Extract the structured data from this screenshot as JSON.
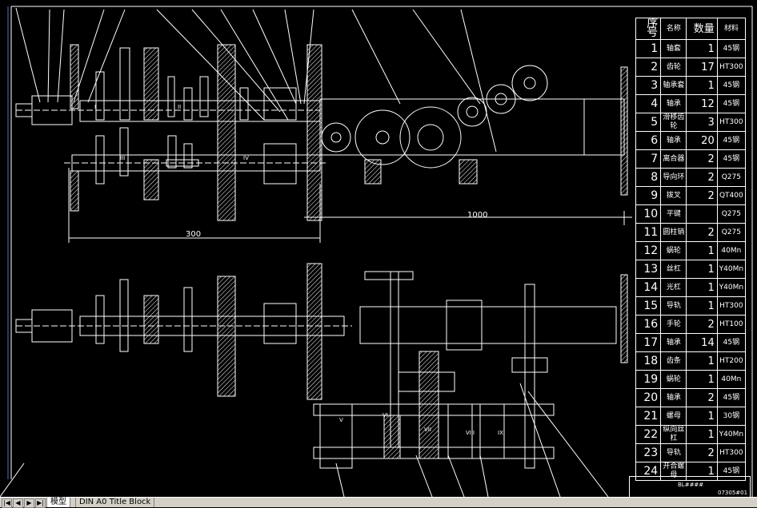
{
  "bom": {
    "headers": {
      "no": "序号",
      "name": "名称",
      "qty": "数量",
      "material": "材料"
    },
    "rows": [
      {
        "no": "1",
        "name": "轴套",
        "qty": "1",
        "material": "45钢"
      },
      {
        "no": "2",
        "name": "齿轮",
        "qty": "17",
        "material": "HT300"
      },
      {
        "no": "3",
        "name": "轴承套",
        "qty": "1",
        "material": "45钢"
      },
      {
        "no": "4",
        "name": "轴承",
        "qty": "12",
        "material": "45钢"
      },
      {
        "no": "5",
        "name": "滑移齿轮",
        "qty": "3",
        "material": "HT300"
      },
      {
        "no": "6",
        "name": "轴承",
        "qty": "20",
        "material": "45钢"
      },
      {
        "no": "7",
        "name": "离合器",
        "qty": "2",
        "material": "45钢"
      },
      {
        "no": "8",
        "name": "导向环",
        "qty": "2",
        "material": "Q275"
      },
      {
        "no": "9",
        "name": "拨叉",
        "qty": "2",
        "material": "QT400"
      },
      {
        "no": "10",
        "name": "平键",
        "qty": "",
        "material": "Q275"
      },
      {
        "no": "11",
        "name": "圆柱销",
        "qty": "2",
        "material": "Q275"
      },
      {
        "no": "12",
        "name": "蜗轮",
        "qty": "1",
        "material": "40Mn"
      },
      {
        "no": "13",
        "name": "丝杠",
        "qty": "1",
        "material": "Y40Mn"
      },
      {
        "no": "14",
        "name": "光杠",
        "qty": "1",
        "material": "Y40Mn"
      },
      {
        "no": "15",
        "name": "导轨",
        "qty": "1",
        "material": "HT300"
      },
      {
        "no": "16",
        "name": "手轮",
        "qty": "2",
        "material": "HT100"
      },
      {
        "no": "17",
        "name": "轴承",
        "qty": "14",
        "material": "45钢"
      },
      {
        "no": "18",
        "name": "齿条",
        "qty": "1",
        "material": "HT200"
      },
      {
        "no": "19",
        "name": "蜗轮",
        "qty": "1",
        "material": "40Mn"
      },
      {
        "no": "20",
        "name": "轴承",
        "qty": "2",
        "material": "45钢"
      },
      {
        "no": "21",
        "name": "螺母",
        "qty": "1",
        "material": "30钢"
      },
      {
        "no": "22",
        "name": "纵向丝杠",
        "qty": "1",
        "material": "Y40Mn"
      },
      {
        "no": "23",
        "name": "导轨",
        "qty": "2",
        "material": "HT300"
      },
      {
        "no": "24",
        "name": "开合螺母",
        "qty": "1",
        "material": "45钢"
      }
    ]
  },
  "dimensions": {
    "d300": "300",
    "d1000": "1000"
  },
  "shaft_labels": [
    "I",
    "II",
    "III",
    "IV",
    "V",
    "VI",
    "VII",
    "VIII",
    "IX"
  ],
  "titleblock": {
    "label": "BL####",
    "drawing_no": "07305#01"
  },
  "tabs": {
    "model": "模型",
    "layout": "DIN A0 Title Block"
  },
  "colors": {
    "background": "#000000",
    "lines": "#ffffff",
    "tabbar": "#d4d0c8"
  }
}
